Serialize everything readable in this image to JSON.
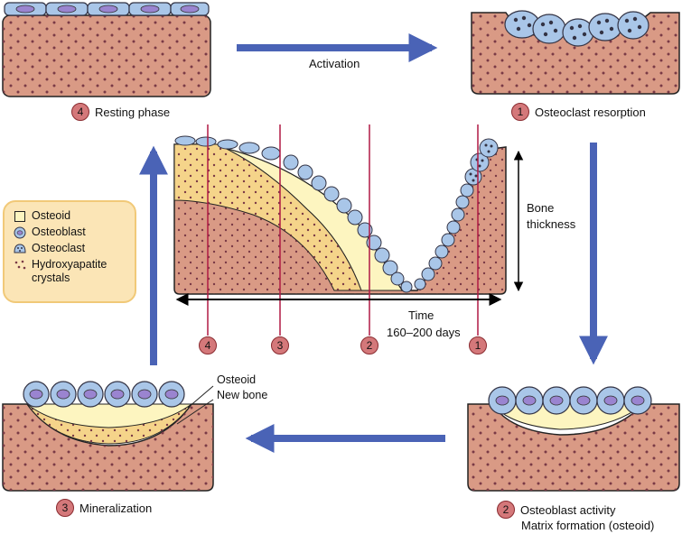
{
  "phases": {
    "resting": {
      "number": "4",
      "label": "Resting phase"
    },
    "resorption": {
      "number": "1",
      "label": "Osteoclast resorption"
    },
    "osteoblast": {
      "number": "2",
      "label": "Osteoblast activity",
      "sublabel": "Matrix formation (osteoid)"
    },
    "mineralization": {
      "number": "3",
      "label": "Mineralization"
    }
  },
  "arrows": {
    "activation_label": "Activation"
  },
  "mineralization_labels": {
    "osteoid": "Osteoid",
    "new_bone": "New bone"
  },
  "legend": {
    "items": [
      {
        "icon": "osteoid-square-icon",
        "label": "Osteoid"
      },
      {
        "icon": "osteoblast-cell-icon",
        "label": "Osteoblast"
      },
      {
        "icon": "osteoclast-cell-icon",
        "label": "Osteoclast"
      },
      {
        "icon": "hydroxyapatite-dots-icon",
        "label": "Hydroxyapatite crystals"
      }
    ]
  },
  "center": {
    "thickness_label": "Bone thickness",
    "time_label": "Time",
    "days_label": "160–200 days",
    "markers": [
      "4",
      "3",
      "2",
      "1"
    ]
  },
  "colors": {
    "bone": "#d99a85",
    "osteoid": "#fdf5c0",
    "mineralizing": "#f5d48a",
    "cell": "#a9c6e8",
    "nucleus": "#9a84d0",
    "arrow": "#4a63b6",
    "marker_line": "#b01a45",
    "badge": "#d4787a"
  }
}
